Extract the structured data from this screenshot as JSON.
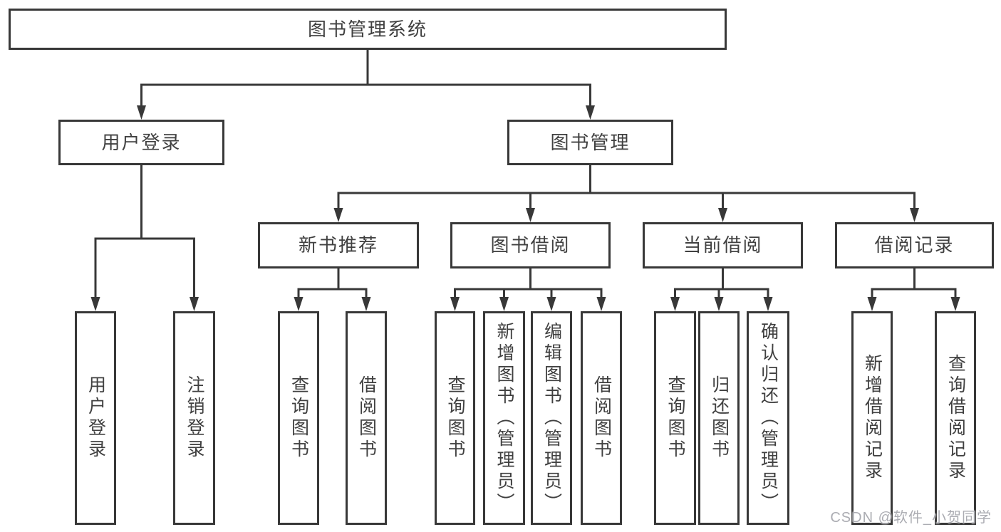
{
  "diagram": {
    "tree": {
      "label": "图书管理系统",
      "children": [
        {
          "label": "用户登录",
          "children": [
            {
              "label": "用户登录"
            },
            {
              "label": "注销登录"
            }
          ]
        },
        {
          "label": "图书管理",
          "children": [
            {
              "label": "新书推荐",
              "children": [
                {
                  "label": "查询图书"
                },
                {
                  "label": "借阅图书"
                }
              ]
            },
            {
              "label": "图书借阅",
              "children": [
                {
                  "label": "查询图书"
                },
                {
                  "label": "新增图书（管理员）"
                },
                {
                  "label": "编辑图书（管理员）"
                },
                {
                  "label": "借阅图书"
                }
              ]
            },
            {
              "label": "当前借阅",
              "children": [
                {
                  "label": "查询图书"
                },
                {
                  "label": "归还图书"
                },
                {
                  "label": "确认归还（管理员）"
                }
              ]
            },
            {
              "label": "借阅记录",
              "children": [
                {
                  "label": "新增借阅记录"
                },
                {
                  "label": "查询借阅记录"
                }
              ]
            }
          ]
        }
      ]
    },
    "colors": {
      "line": "#383838",
      "box_border": "#383838",
      "box_fill": "#ffffff",
      "text": "#404040",
      "background": "#ffffff",
      "watermark": "#a6a8ae"
    },
    "watermark": "CSDN @软件_小贺同学"
  }
}
